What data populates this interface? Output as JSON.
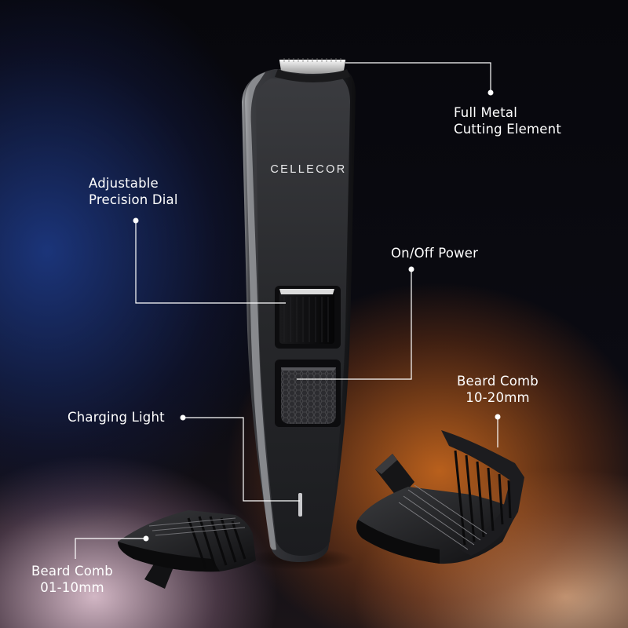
{
  "brand": {
    "logo_text": "CELLECOR"
  },
  "callouts": {
    "cutting_element": {
      "line1": "Full Metal",
      "line2": "Cutting Element"
    },
    "precision_dial": {
      "line1": "Adjustable",
      "line2": "Precision Dial"
    },
    "power_button": {
      "line1": "On/Off Power"
    },
    "comb_long": {
      "line1": "Beard Comb",
      "line2": "10-20mm"
    },
    "charging_light": {
      "line1": "Charging Light"
    },
    "comb_short": {
      "line1": "Beard Comb",
      "line2": "01-10mm"
    }
  },
  "colors": {
    "accent_orange": "#d66e1e",
    "accent_blue": "#1e3c8c",
    "body_dark": "#2a2b2e",
    "callout_line": "#ffffff"
  }
}
